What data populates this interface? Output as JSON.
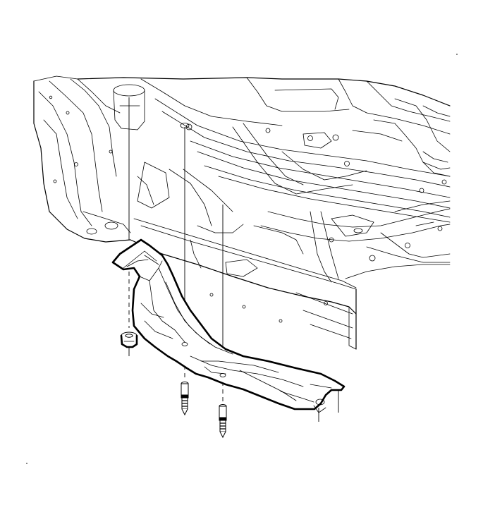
{
  "diagram": {
    "view": "exploded view",
    "parts": [
      {
        "id": "floor-pan",
        "icon": "vehicle-floor-pan-body-structure"
      },
      {
        "id": "reinforcement-panel",
        "icon": "underbody-reinforcement-bracket"
      },
      {
        "id": "push-nut",
        "icon": "push-nut-retainer"
      },
      {
        "id": "bolt-1",
        "icon": "bolt-fastener"
      },
      {
        "id": "bolt-2",
        "icon": "bolt-fastener"
      }
    ],
    "line_color": "#000000",
    "background": "#ffffff"
  }
}
